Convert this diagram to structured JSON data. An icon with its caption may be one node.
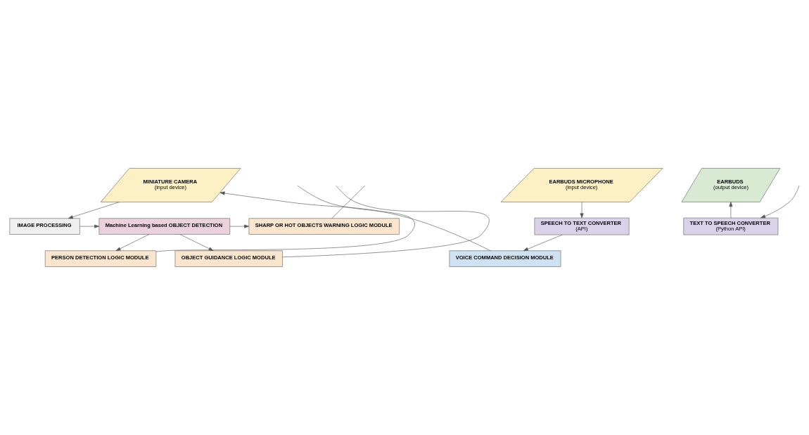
{
  "diagram": {
    "nodes": [
      {
        "text": [
          "MINIATURE CAMERA",
          "(input device)"
        ]
      },
      {
        "text": [
          "EARBUDS MICROPHONE",
          "(input device)"
        ]
      },
      {
        "text": [
          "EARBUDS",
          "(output device)"
        ]
      },
      {
        "text": [
          "SPEECH TO TEXT CONVERTER",
          "(API)"
        ]
      },
      {
        "text": [
          "TEXT TO SPEECH CONVERTER",
          "(Python API)"
        ]
      },
      {
        "text": [
          "PERSON DETECTION LOGIC MODULE"
        ]
      },
      {
        "text": [
          "VOICE COMMAND DECISION MODULE"
        ]
      },
      {
        "text": [
          "OBJECT GUIDANCE LOGIC MODULE"
        ]
      },
      {
        "text": [
          "IMAGE PROCESSING"
        ]
      },
      {
        "text": [
          "Machine Learning based OBJECT DETECTION"
        ]
      },
      {
        "text": [
          "SHARP OR HOT OBJECTS WARNING LOGIC MODULE"
        ]
      }
    ],
    "edges": [
      {
        "from": 0,
        "to": 8,
        "arrow": "to"
      },
      {
        "from": 1,
        "to": 3,
        "arrow": "to"
      },
      {
        "from": 3,
        "to": 6,
        "arrow": "to"
      },
      {
        "from": 6,
        "to": 0,
        "arrow": "to"
      },
      {
        "from": 4,
        "to": 2,
        "arrow": "to"
      },
      {
        "from": null,
        "to": 4,
        "arrow": "to"
      },
      {
        "from": 8,
        "to": 9,
        "arrow": "to"
      },
      {
        "from": 9,
        "to": 5,
        "arrow": "to"
      },
      {
        "from": 9,
        "to": 7,
        "arrow": "to"
      },
      {
        "from": 9,
        "to": 10,
        "arrow": "to"
      },
      {
        "from": 5,
        "to": null,
        "arrow": "none"
      },
      {
        "from": 7,
        "to": null,
        "arrow": "none"
      },
      {
        "from": 10,
        "to": null,
        "arrow": "none"
      }
    ]
  }
}
